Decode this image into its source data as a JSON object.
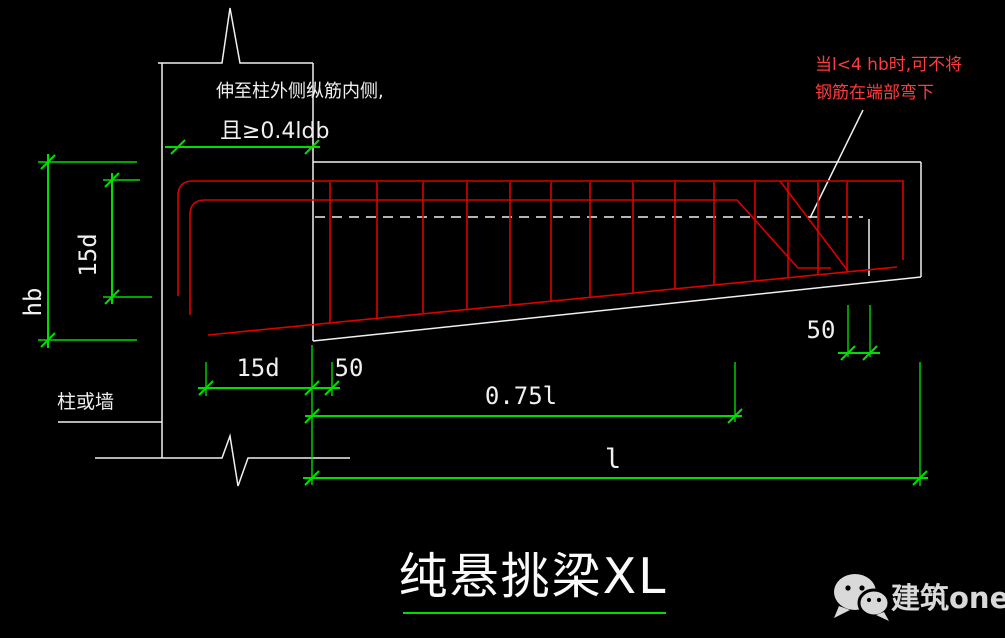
{
  "title": {
    "text": "纯悬挑梁XL"
  },
  "notes": {
    "anchor_line1": "伸至柱外侧纵筋内侧,",
    "anchor_line2": "且≥0.4ldb",
    "end_note_line1": "当l<4 hb时,可不将",
    "end_note_line2": "钢筋在端部弯下",
    "support": "柱或墙"
  },
  "dims": {
    "beam_height": "hb",
    "hook_length": "15d",
    "bottom_embed": "15d",
    "first_stirrup_offset": "50",
    "bent_zone": "0.75l",
    "cantilever_length": "l",
    "end_offset": "50"
  },
  "watermark": {
    "brand": "建筑one",
    "icon": "wechat-icon"
  },
  "colors": {
    "background": "#000000",
    "drawing_white": "#f0f0f0",
    "dimension_green": "#00dd00",
    "rebar_red": "#dc0000",
    "warning_red_text": "#ff3b3b",
    "watermark_gray": "#d9d9d9"
  }
}
